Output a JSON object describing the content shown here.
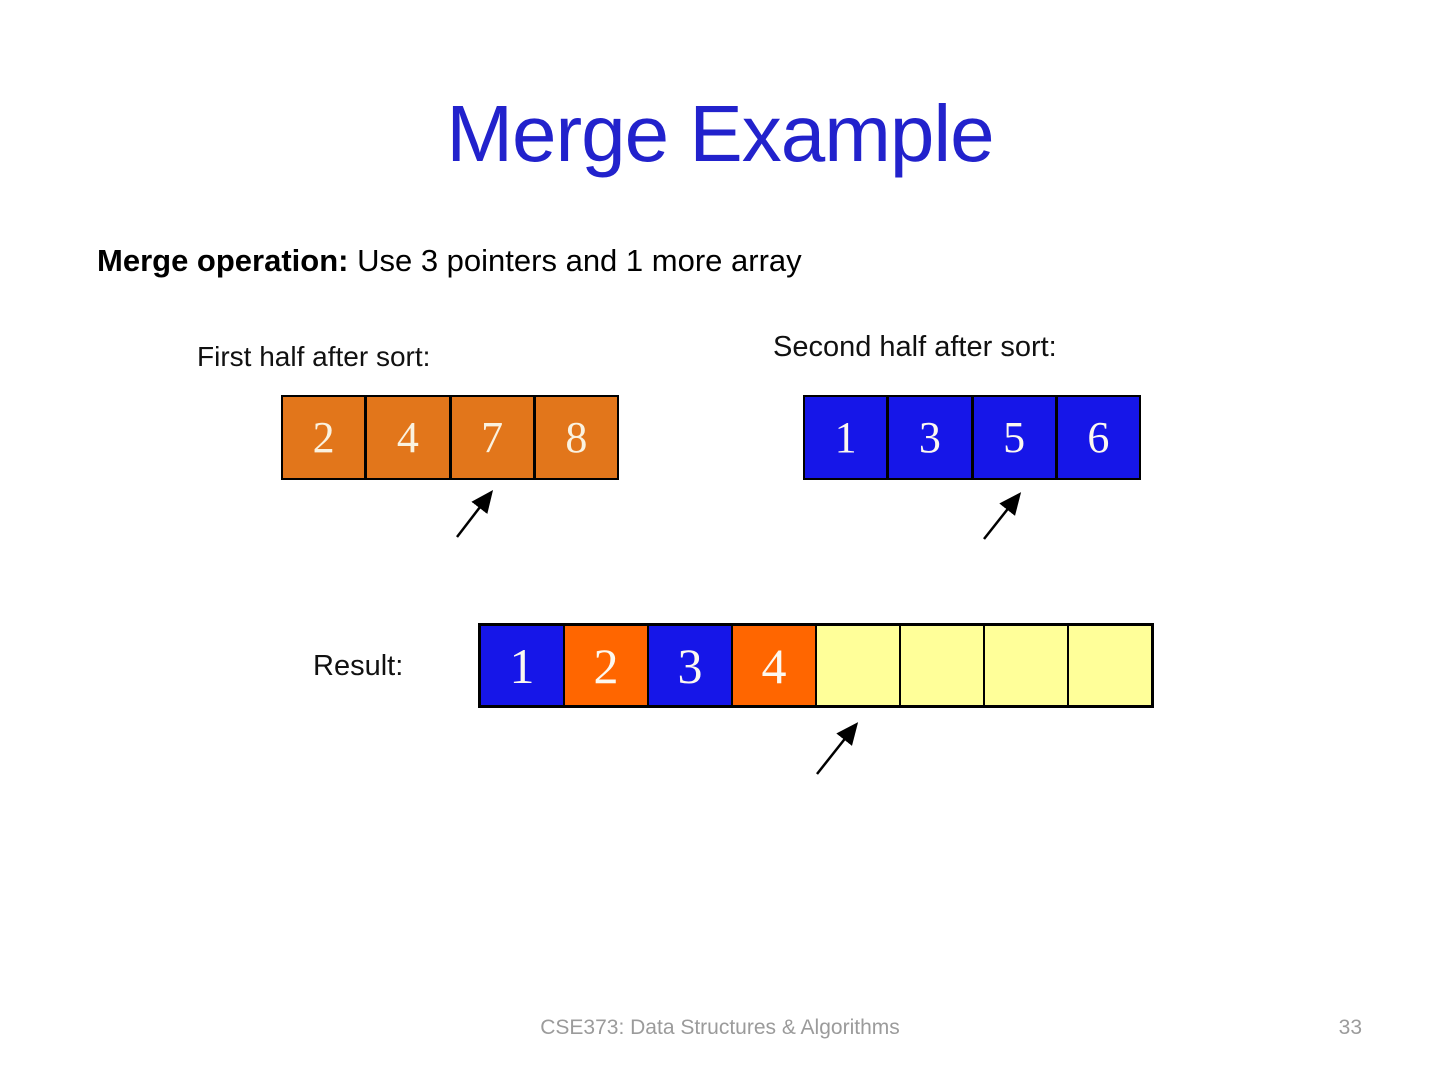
{
  "slide": {
    "title": "Merge Example",
    "subtitle": {
      "bold": "Merge operation:",
      "rest": " Use 3 pointers and 1 more array"
    },
    "footer": "CSE373: Data Structures & Algorithms",
    "page_number": "33"
  },
  "colors": {
    "title_blue": "#2222CC",
    "cell_blue": "#1616E8",
    "cell_orange_muted": "#E2761B",
    "cell_orange_bright": "#FF6600",
    "cell_yellow_empty": "#FFFF99",
    "digit_cream": "#FAF2E0",
    "digit_white": "#FCF8F0",
    "arrow_black": "#000000",
    "footer_gray": "#9B9B9B"
  },
  "first_half": {
    "label": "First half after sort:",
    "pointer_cell_index": 2,
    "cells": [
      {
        "value": "2",
        "color": "#E2761B",
        "text_color": "#FAF2E0"
      },
      {
        "value": "4",
        "color": "#E2761B",
        "text_color": "#FAF2E0"
      },
      {
        "value": "7",
        "color": "#E2761B",
        "text_color": "#FAF2E0"
      },
      {
        "value": "8",
        "color": "#E2761B",
        "text_color": "#FAF2E0"
      }
    ]
  },
  "second_half": {
    "label": "Second half after sort:",
    "pointer_cell_index": 2,
    "cells": [
      {
        "value": "1",
        "color": "#1616E8",
        "text_color": "#FCF8F0"
      },
      {
        "value": "3",
        "color": "#1616E8",
        "text_color": "#FCF8F0"
      },
      {
        "value": "5",
        "color": "#1616E8",
        "text_color": "#FCF8F0"
      },
      {
        "value": "6",
        "color": "#1616E8",
        "text_color": "#FCF8F0"
      }
    ]
  },
  "result": {
    "label": "Result:",
    "pointer_cell_index": 4,
    "cells": [
      {
        "value": "1",
        "color": "#1616E8",
        "text_color": "#FCF8F0"
      },
      {
        "value": "2",
        "color": "#FF6600",
        "text_color": "#FCF8F0"
      },
      {
        "value": "3",
        "color": "#1616E8",
        "text_color": "#FCF8F0"
      },
      {
        "value": "4",
        "color": "#FF6600",
        "text_color": "#FCF8F0"
      },
      {
        "value": "",
        "color": "#FFFF99",
        "text_color": "#000000"
      },
      {
        "value": "",
        "color": "#FFFF99",
        "text_color": "#000000"
      },
      {
        "value": "",
        "color": "#FFFF99",
        "text_color": "#000000"
      },
      {
        "value": "",
        "color": "#FFFF99",
        "text_color": "#000000"
      }
    ]
  }
}
